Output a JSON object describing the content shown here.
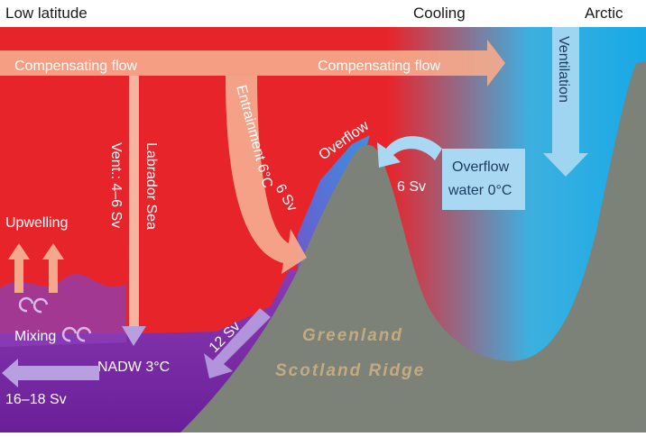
{
  "header": {
    "left": "Low latitude",
    "middle": "Cooling",
    "right": "Arctic"
  },
  "labels": {
    "compensating_flow_left": "Compensating flow",
    "compensating_flow_right": "Compensating flow",
    "ventilation": "Ventilation",
    "entrainment": "Entrainment 6°C",
    "labrador_sea": "Labrador Sea",
    "vent_rate": "Vent.: 4–6 Sv",
    "overflow": "Overflow",
    "overflow_water_line1": "Overflow",
    "overflow_water_line2": "water 0°C",
    "six_sv_overflow": "6 Sv",
    "six_sv_entrainment": "6 Sv",
    "upwelling": "Upwelling",
    "mixing": "Mixing",
    "nadw": "NADW 3°C",
    "twelve_sv": "12 Sv",
    "sixteen_sv": "16–18 Sv",
    "ridge_line1": "Greenland",
    "ridge_line2": "Scotland Ridge"
  },
  "colors": {
    "warm_water": "#e8242b",
    "cold_water": "#17a9e6",
    "deep_water": "#7b2aa8",
    "ridge": "#7d8279",
    "flow_arrow": "#f5a98c",
    "cold_arrow": "#a8d8f2"
  }
}
